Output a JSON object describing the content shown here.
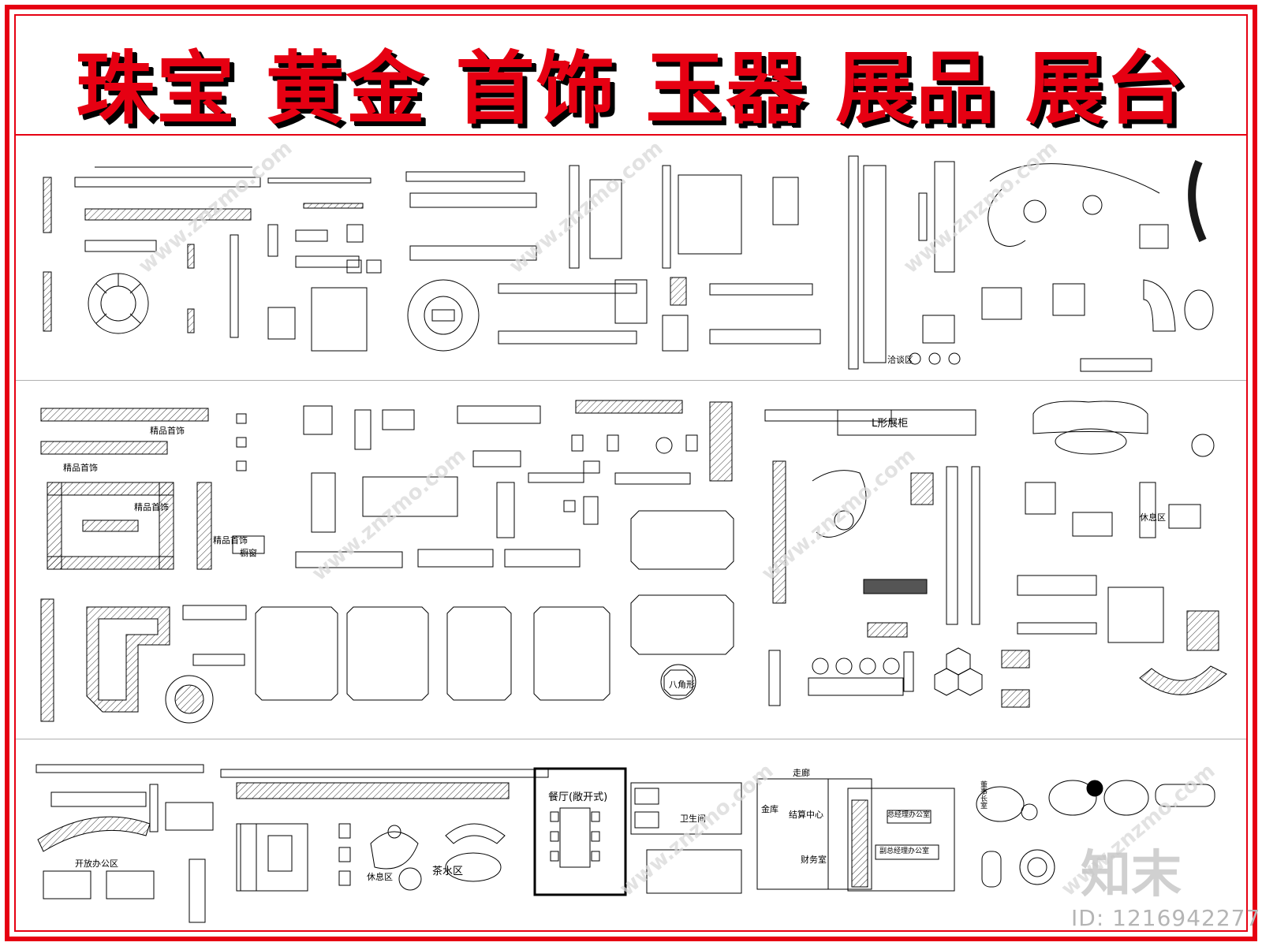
{
  "banner": {
    "title": "珠宝 黄金 首饰 玉器 展品 展台"
  },
  "colors": {
    "accent": "#e60012",
    "shadow": "#000000",
    "line": "#000000",
    "watermark": "#d9d9d9"
  },
  "watermark": {
    "site": "www.znzmo.com",
    "logo": "知末",
    "id": "ID: 1216942277"
  },
  "labels": {
    "funeral_area": "洽谈区",
    "u_display": "L形展柜",
    "rest_area": "休息区",
    "octagon": "八角形",
    "boutique_top": "精品首饰",
    "boutique_mid": "精品首饰",
    "boutique_low": "精品首饰",
    "boutique_side": "精品首饰",
    "window": "橱窗",
    "open_office": "开放办公区",
    "rest_area_2": "休息区",
    "tea_area": "茶水区",
    "dining": "餐厅(敞开式)",
    "restroom": "卫生间",
    "corridor": "走廊",
    "vault": "金库",
    "settlement": "结算中心",
    "finance": "财务室",
    "manager_office": "总经理办公室",
    "manager_office_2": "副总经理办公室",
    "ceo": "董事长室"
  }
}
